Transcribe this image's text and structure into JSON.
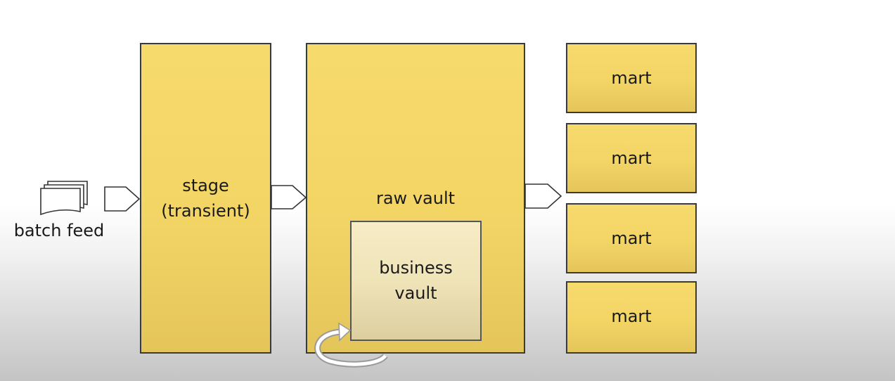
{
  "source": {
    "label": "batch feed"
  },
  "stage": {
    "label_line1": "stage",
    "label_line2": "(transient)"
  },
  "raw_vault": {
    "label": "raw vault"
  },
  "business_vault": {
    "label_line1": "business",
    "label_line2": "vault"
  },
  "marts": [
    {
      "label": "mart"
    },
    {
      "label": "mart"
    },
    {
      "label": "mart"
    },
    {
      "label": "mart"
    }
  ],
  "colors": {
    "box_fill": "#f3d566",
    "business_vault_fill": "#efe3b8",
    "border": "#3a3a3a"
  }
}
